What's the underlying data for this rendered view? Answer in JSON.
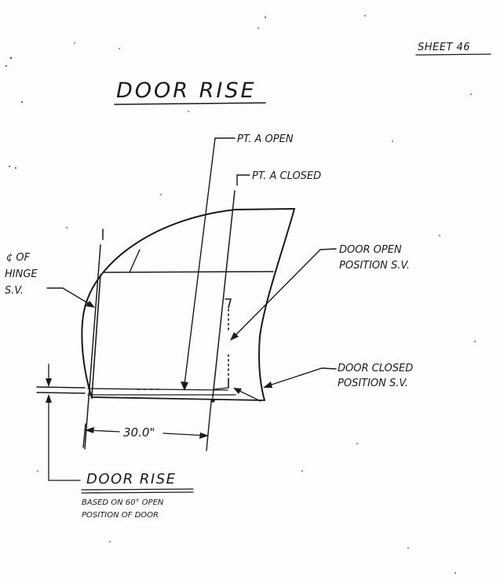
{
  "sheet": {
    "label": "SHEET 46"
  },
  "title": "DOOR RISE",
  "labels": {
    "pt_a_open": "PT. A OPEN",
    "pt_a_closed": "PT. A CLOSED",
    "hinge_line1": "¢ OF",
    "hinge_line2": "HINGE",
    "hinge_line3": "S.V.",
    "door_open_line1": "DOOR OPEN",
    "door_open_line2": "POSITION S.V.",
    "door_closed_line1": "DOOR CLOSED",
    "door_closed_line2": "POSITION S.V.",
    "dimension": "30.0\"",
    "door_rise": "DOOR RISE",
    "note_line1": "BASED ON 60° OPEN",
    "note_line2": "POSITION OF DOOR"
  }
}
